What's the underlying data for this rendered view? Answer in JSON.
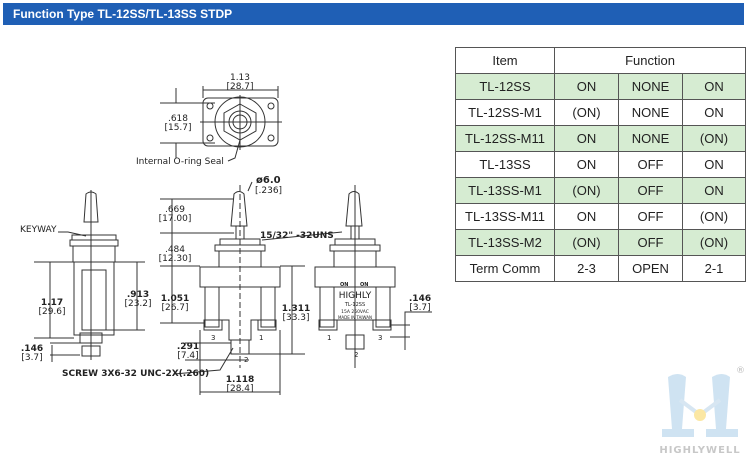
{
  "header": {
    "title": "Function Type TL-12SS/TL-13SS STDP",
    "color": "#1f5fb5"
  },
  "table": {
    "headers": {
      "item": "Item",
      "function": "Function"
    },
    "highlight_color": "#d6ecd2",
    "rows": [
      {
        "item": "TL-12SS",
        "f1": "ON",
        "f2": "NONE",
        "f3": "ON",
        "highlight": true
      },
      {
        "item": "TL-12SS-M1",
        "f1": "(ON)",
        "f2": "NONE",
        "f3": "ON",
        "highlight": false
      },
      {
        "item": "TL-12SS-M11",
        "f1": "ON",
        "f2": "NONE",
        "f3": "(ON)",
        "highlight": true
      },
      {
        "item": "TL-13SS",
        "f1": "ON",
        "f2": "OFF",
        "f3": "ON",
        "highlight": false
      },
      {
        "item": "TL-13SS-M1",
        "f1": "(ON)",
        "f2": "OFF",
        "f3": "ON",
        "highlight": true
      },
      {
        "item": "TL-13SS-M11",
        "f1": "ON",
        "f2": "OFF",
        "f3": "(ON)",
        "highlight": false
      },
      {
        "item": "TL-13SS-M2",
        "f1": "(ON)",
        "f2": "OFF",
        "f3": "(ON)",
        "highlight": true
      },
      {
        "item": "Term Comm",
        "f1": "2-3",
        "f2": "OPEN",
        "f3": "2-1",
        "highlight": false
      }
    ]
  },
  "drawing": {
    "top_view": {
      "width_in": "1.13",
      "width_mm": "[28.7]",
      "height_in": ".618",
      "height_mm": "[15.7]",
      "seal_label": "Internal O-ring Seal"
    },
    "side_view": {
      "keyway_label": "KEYWAY",
      "height_in": "1.17",
      "height_mm": "[29.6]",
      "body_in": ".913",
      "body_mm": "[23.2]",
      "term_in": ".146",
      "term_mm": "[3.7]"
    },
    "front_view": {
      "diameter": "ø6.0",
      "diameter_in": "[.236]",
      "lever_in": ".669",
      "lever_mm": "[17.00]",
      "bushing_in": ".484",
      "bushing_mm": "[12.30]",
      "thread": "15/32\" -32UNS",
      "body_in": "1.051",
      "body_mm": "[26.7]",
      "total_in": "1.311",
      "total_mm": "[33.3]",
      "term_in": ".291",
      "term_mm": "[7.4]",
      "width_in": "1.118",
      "width_mm": "[28.4]",
      "screw": "SCREW 3X6-32 UNC-2X(.260)",
      "term_labels": [
        "3",
        "2",
        "1"
      ]
    },
    "rear_view": {
      "on_left": "ON",
      "on_right": "ON",
      "brand": "HIGHLY",
      "model": "TL-12SS",
      "rating": "15A 250VAC",
      "origin": "MADE IN TAIWAN",
      "term_in": ".146",
      "term_mm": "[3.7]",
      "term_labels": [
        "1",
        "2",
        "3"
      ]
    }
  },
  "logo": {
    "text": "HIGHLYWELL",
    "registered": "®"
  }
}
